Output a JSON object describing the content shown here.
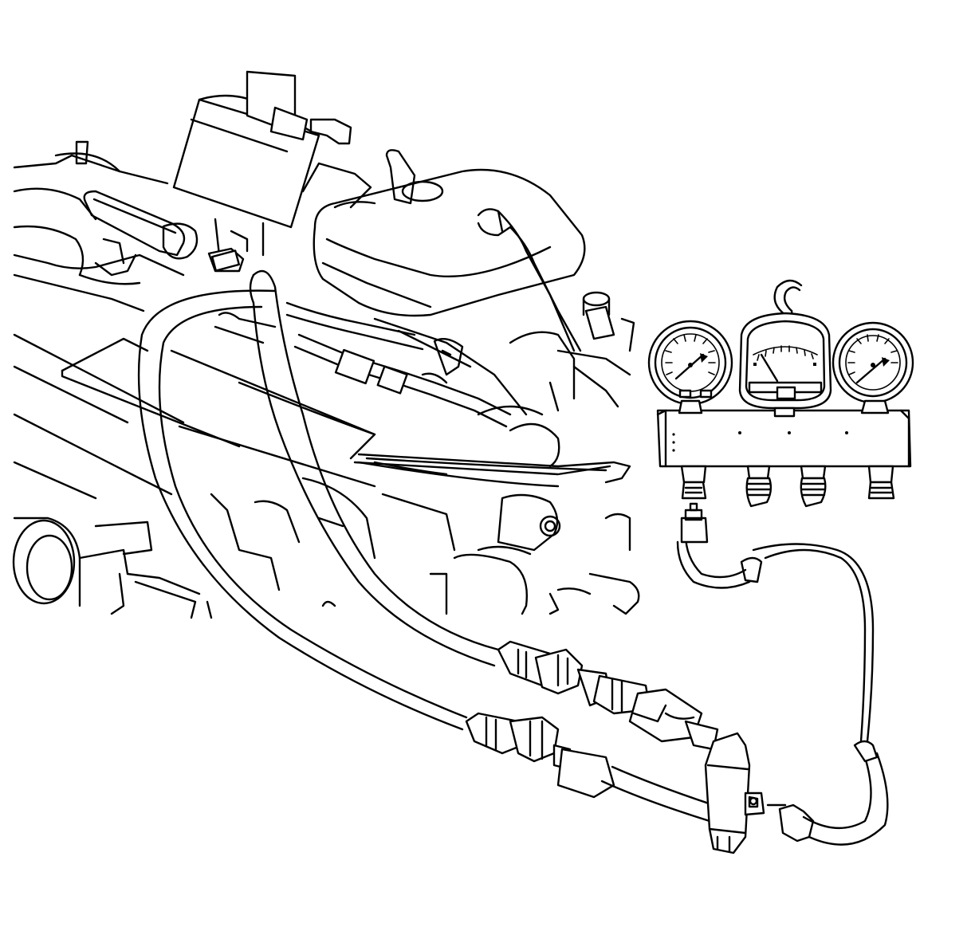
{
  "figure": {
    "type": "technical-line-illustration",
    "background": "#ffffff",
    "line_color": "#000000",
    "labels": []
  },
  "components": [
    {
      "name": "engine-assembly"
    },
    {
      "name": "power-steering-reservoir"
    },
    {
      "name": "pressure-gauge-manifold",
      "gauges": 3,
      "hose_fittings": 4
    },
    {
      "name": "test-hose"
    },
    {
      "name": "inline-adapter-fittings"
    },
    {
      "name": "tee-fitting"
    }
  ]
}
